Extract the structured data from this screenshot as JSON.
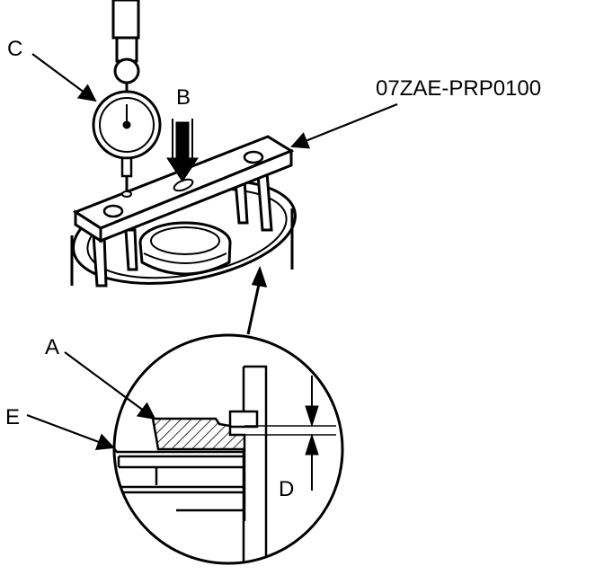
{
  "diagram": {
    "labels": {
      "a": "A",
      "b": "B",
      "c": "C",
      "d": "D",
      "e": "E"
    },
    "tool_part_number": "07ZAE-PRP0100"
  }
}
